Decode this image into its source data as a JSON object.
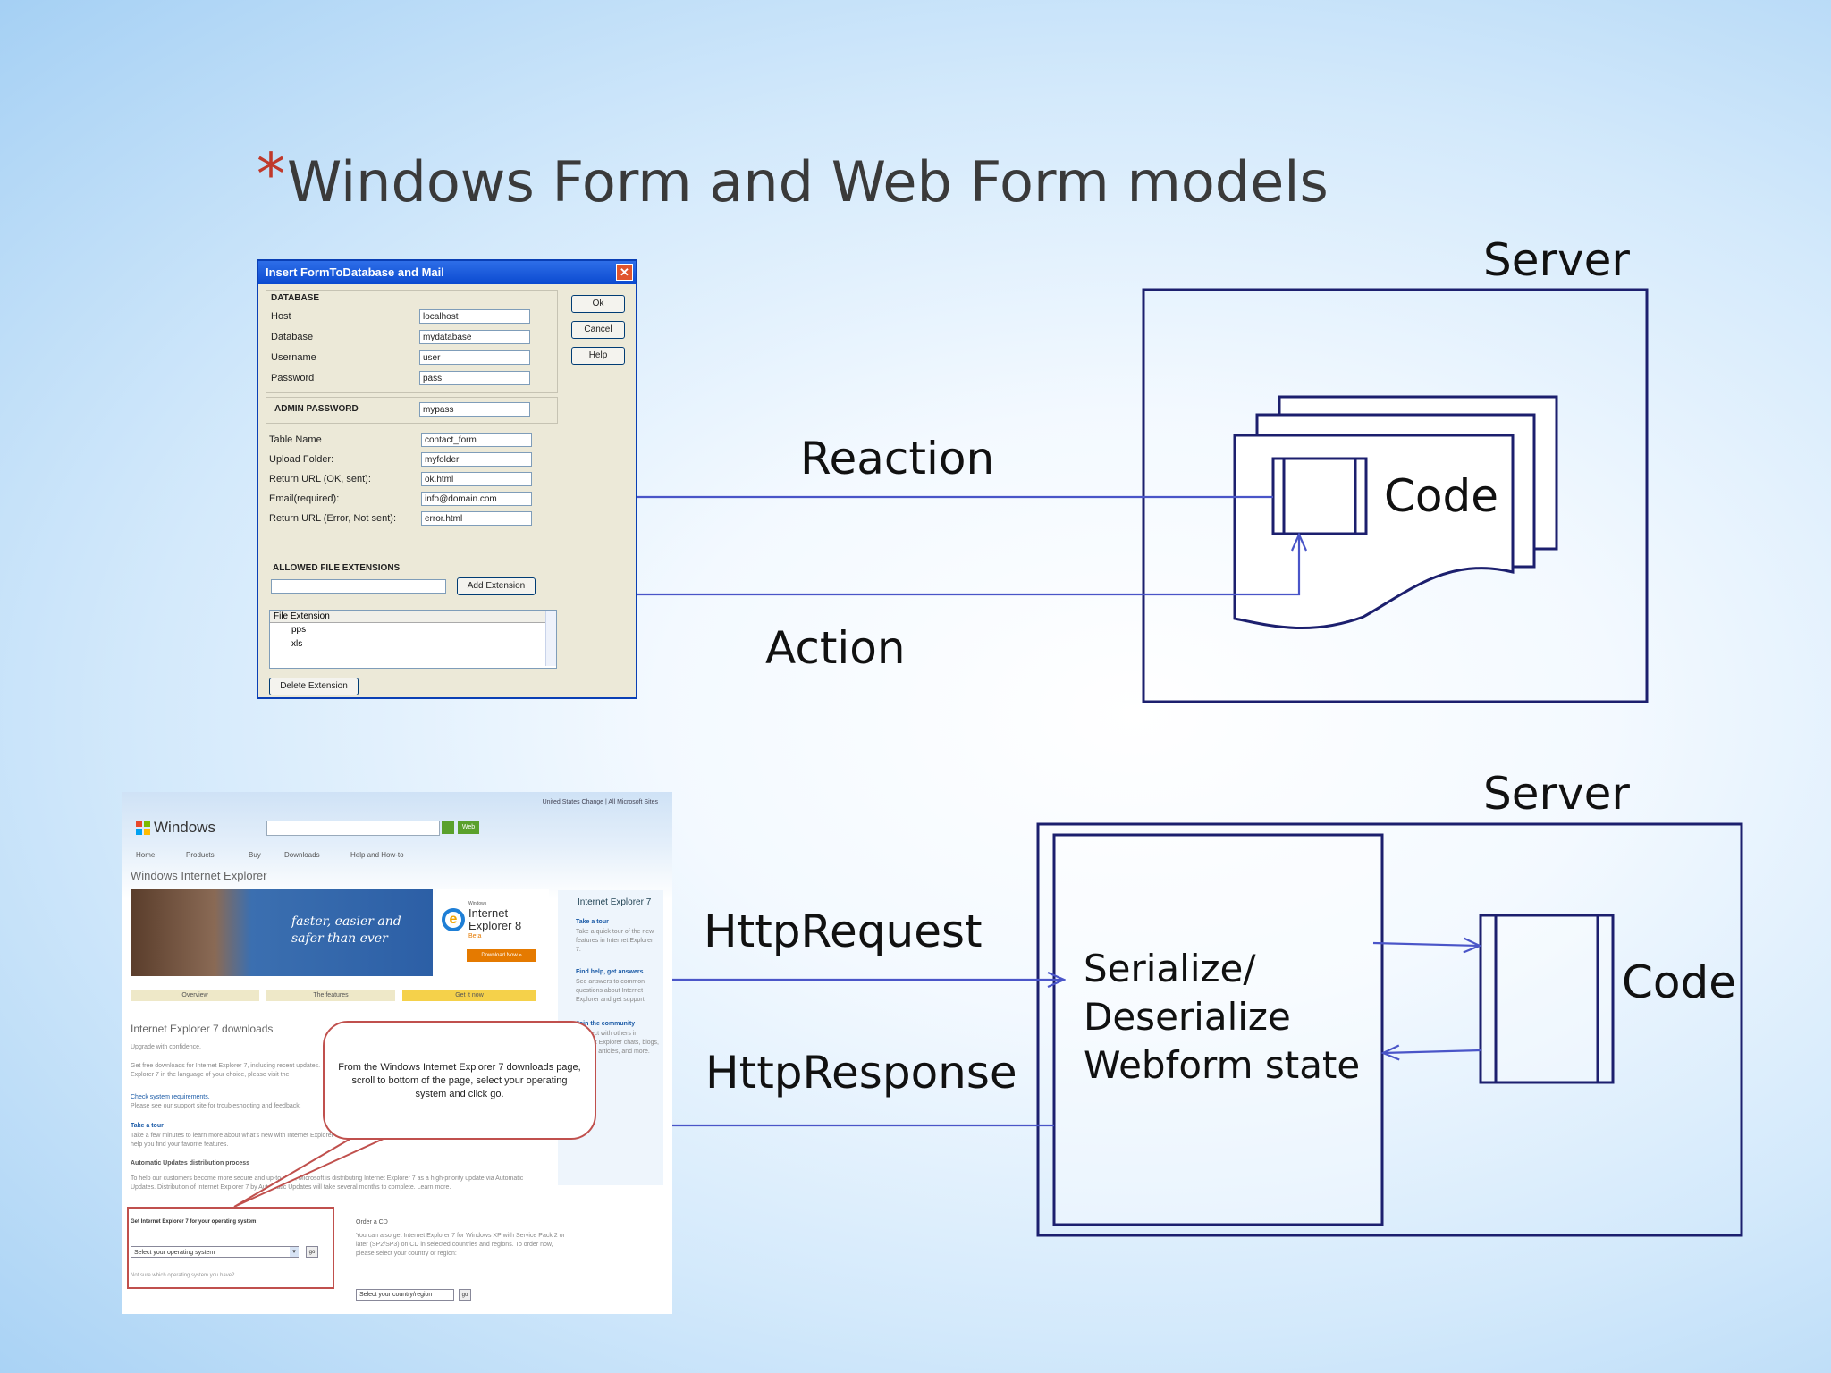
{
  "title": {
    "bullet": "*",
    "text": "Windows Form and Web Form models"
  },
  "top": {
    "server_label": "Server",
    "reaction_label": "Reaction",
    "action_label": "Action",
    "code_label": "Code"
  },
  "bottom": {
    "server_label": "Server",
    "request_label": "HttpRequest",
    "response_label": "HttpResponse",
    "serialize_lines": [
      "Serialize/",
      "Deserialize",
      "Webform state"
    ],
    "code_label": "Code"
  },
  "dialog": {
    "title": "Insert FormToDatabase and Mail",
    "close": "✕",
    "database_section": "DATABASE",
    "fields": [
      {
        "label": "Host",
        "value": "localhost"
      },
      {
        "label": "Database",
        "value": "mydatabase"
      },
      {
        "label": "Username",
        "value": "user"
      },
      {
        "label": "Password",
        "value": "pass"
      }
    ],
    "admin_label": "ADMIN PASSWORD",
    "admin_value": "mypass",
    "fields2": [
      {
        "label": "Table Name",
        "value": "contact_form"
      },
      {
        "label": "Upload Folder:",
        "value": "myfolder"
      },
      {
        "label": "Return URL (OK, sent):",
        "value": "ok.html"
      },
      {
        "label": "Email(required):",
        "value": "info@domain.com"
      },
      {
        "label": "Return URL (Error, Not sent):",
        "value": "error.html"
      }
    ],
    "buttons": {
      "ok": "Ok",
      "cancel": "Cancel",
      "help": "Help"
    },
    "ext_section": "ALLOWED FILE EXTENSIONS",
    "add_extension": "Add Extension",
    "list_header": "File Extension",
    "list_items": [
      "pps",
      "xls"
    ],
    "delete_extension": "Delete Extension"
  },
  "web": {
    "topbar": "United States   Change  |  All Microsoft Sites",
    "brand": "Windows",
    "search_button": "Web",
    "nav": [
      "Home",
      "Products",
      "Buy",
      "Downloads",
      "Help and How-to"
    ],
    "page_title": "Windows Internet Explorer",
    "banner_text": [
      "faster, easier and",
      "safer than ever"
    ],
    "ie_small": "Windows",
    "ie_name1": "Internet",
    "ie_name2": "Explorer 8",
    "ie_beta": "Beta",
    "download_button": "Download Now »",
    "tabs": [
      "Overview",
      "The features",
      "Get it now"
    ],
    "side_header": "Internet Explorer 7",
    "side_items": [
      {
        "title": "Take a tour",
        "text": "Take a quick tour of the new features in Internet Explorer 7."
      },
      {
        "title": "Find help, get answers",
        "text": "See answers to common questions about Internet Explorer and get support."
      },
      {
        "title": "Join the community",
        "text": "Connect with others in Internet Explorer chats, blogs, forums, articles, and more."
      }
    ],
    "downloads_heading": "Internet Explorer 7 downloads",
    "p1": "Upgrade with confidence.",
    "p2": "Get free downloads for Internet Explorer 7, including recent updates. Explorer 7 in the language of your choice, please visit the",
    "p3_link": "Check system requirements.",
    "p3": "Please see our support site for troubleshooting and feedback.",
    "tour_heading": "Take a tour",
    "tour_text": "Take a few minutes to learn more about what's new with Internet Explorer and help you find your favorite features.",
    "auto_heading": "Automatic Updates distribution process",
    "auto_text": "To help our customers become more secure and up-to-date, Microsoft is distributing Internet Explorer 7 as a high-priority update via Automatic Updates. Distribution of Internet Explorer 7 by Automatic Updates will take several months to complete. Learn more.",
    "get_label": "Get Internet Explorer 7 for your operating system:",
    "os_select": "Select your operating system",
    "go": "go",
    "not_sure": "Not sure which operating system you have?",
    "order_heading": "Order a CD",
    "order_text": "You can also get Internet Explorer 7 for Windows XP with Service Pack 2 or later (SP2/SP3) on CD in selected countries and regions. To order now, please select your country or region:",
    "country_select": "Select your country/region",
    "callout": "From the Windows Internet Explorer 7 downloads page, scroll to bottom of the page, select your operating system and click go."
  },
  "colors": {
    "arrow": "#4a55c8",
    "box": "#1c1f6e",
    "title_text": "#3a3a3a",
    "bullet": "#c0392b",
    "callout_border": "#c0504d"
  }
}
